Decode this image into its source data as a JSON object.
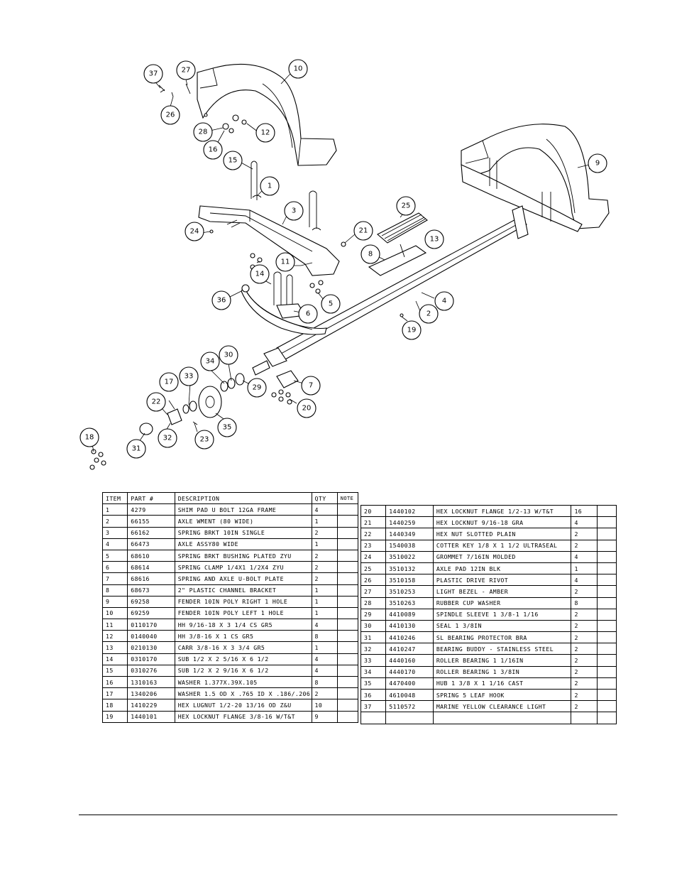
{
  "callouts": [
    "1",
    "2",
    "3",
    "4",
    "5",
    "6",
    "7",
    "8",
    "9",
    "10",
    "11",
    "12",
    "13",
    "14",
    "15",
    "16",
    "17",
    "18",
    "19",
    "20",
    "21",
    "22",
    "23",
    "24",
    "25",
    "26",
    "27",
    "28",
    "29",
    "30",
    "31",
    "32",
    "33",
    "34",
    "35",
    "36",
    "37"
  ],
  "bom": {
    "headers": {
      "item": "ITEM",
      "part": "PART #",
      "description": "DESCRIPTION",
      "qty": "QTY",
      "note": "NOTE"
    },
    "left_rows": [
      {
        "item": "1",
        "part": "4279",
        "description": "SHIM PAD   U BOLT 12GA FRAME",
        "qty": "4"
      },
      {
        "item": "2",
        "part": "66155",
        "description": "AXLE WMENT (80 WIDE)",
        "qty": "1"
      },
      {
        "item": "3",
        "part": "66162",
        "description": "SPRING BRKT  10IN SINGLE",
        "qty": "2"
      },
      {
        "item": "4",
        "part": "66473",
        "description": "AXLE ASSY80 WIDE",
        "qty": "1"
      },
      {
        "item": "5",
        "part": "68610",
        "description": "SPRING BRKT BUSHING PLATED ZYU",
        "qty": "2"
      },
      {
        "item": "6",
        "part": "68614",
        "description": "SPRING CLAMP    1/4X1 1/2X4  ZYU",
        "qty": "2"
      },
      {
        "item": "7",
        "part": "68616",
        "description": "SPRING AND AXLE U-BOLT PLATE",
        "qty": "2"
      },
      {
        "item": "8",
        "part": "68673",
        "description": "2\" PLASTIC CHANNEL BRACKET",
        "qty": "1"
      },
      {
        "item": "9",
        "part": "69258",
        "description": "FENDER  10IN POLY RIGHT 1 HOLE",
        "qty": "1"
      },
      {
        "item": "10",
        "part": "69259",
        "description": "FENDER  10IN POLY LEFT 1 HOLE",
        "qty": "1"
      },
      {
        "item": "11",
        "part": "0110170",
        "description": "HH 9/16-18 X 3 1/4 CS GR5",
        "qty": "4"
      },
      {
        "item": "12",
        "part": "0140040",
        "description": "HH 3/8-16 X 1 CS GR5",
        "qty": "8"
      },
      {
        "item": "13",
        "part": "0210130",
        "description": "CARR 3/8-16 X 3 3/4 GR5",
        "qty": "1"
      },
      {
        "item": "14",
        "part": "0310170",
        "description": "SUB 1/2 X 2 5/16 X 6 1/2",
        "qty": "4"
      },
      {
        "item": "15",
        "part": "0310276",
        "description": "SUB 1/2 X 2 9/16 X 6 1/2",
        "qty": "4"
      },
      {
        "item": "16",
        "part": "1310163",
        "description": "WASHER 1.377X.39X.105",
        "qty": "8"
      },
      {
        "item": "17",
        "part": "1340206",
        "description": "WASHER 1.5 OD X .765 ID X .186/.206",
        "qty": "2"
      },
      {
        "item": "18",
        "part": "1410229",
        "description": "HEX LUGNUT 1/2-20 13/16 OD Z&U",
        "qty": "10"
      },
      {
        "item": "19",
        "part": "1440101",
        "description": "HEX LOCKNUT FLANGE 3/8-16 W/T&T",
        "qty": "9"
      }
    ],
    "right_rows": [
      {
        "item": "20",
        "part": "1440102",
        "description": "HEX LOCKNUT FLANGE 1/2-13 W/T&T",
        "qty": "16"
      },
      {
        "item": "21",
        "part": "1440259",
        "description": "HEX LOCKNUT 9/16-18 GRA",
        "qty": "4"
      },
      {
        "item": "22",
        "part": "1440349",
        "description": "HEX NUT SLOTTED PLAIN",
        "qty": "2"
      },
      {
        "item": "23",
        "part": "1540038",
        "description": "COTTER KEY 1/8 X 1 1/2 ULTRASEAL",
        "qty": "2"
      },
      {
        "item": "24",
        "part": "3510022",
        "description": "GROMMET  7/16IN MOLDED",
        "qty": "4"
      },
      {
        "item": "25",
        "part": "3510132",
        "description": "AXLE PAD 12IN  BLK",
        "qty": "1"
      },
      {
        "item": "26",
        "part": "3510158",
        "description": "PLASTIC DRIVE RIVOT",
        "qty": "4"
      },
      {
        "item": "27",
        "part": "3510253",
        "description": "LIGHT BEZEL - AMBER",
        "qty": "2"
      },
      {
        "item": "28",
        "part": "3510263",
        "description": "RUBBER CUP WASHER",
        "qty": "8"
      },
      {
        "item": "29",
        "part": "4410089",
        "description": "SPINDLE SLEEVE  1 3/8-1 1/16",
        "qty": "2"
      },
      {
        "item": "30",
        "part": "4410130",
        "description": "SEAL  1 3/8IN",
        "qty": "2"
      },
      {
        "item": "31",
        "part": "4410246",
        "description": "SL BEARING PROTECTOR BRA",
        "qty": "2"
      },
      {
        "item": "32",
        "part": "4410247",
        "description": "BEARING BUDDY - STAINLESS STEEL",
        "qty": "2"
      },
      {
        "item": "33",
        "part": "4440160",
        "description": "ROLLER BEARING   1 1/16IN",
        "qty": "2"
      },
      {
        "item": "34",
        "part": "4440170",
        "description": "ROLLER BEARING   1 3/8IN",
        "qty": "2"
      },
      {
        "item": "35",
        "part": "4470400",
        "description": "HUB   1 3/8 X 1 1/16 CAST",
        "qty": "2"
      },
      {
        "item": "36",
        "part": "4610048",
        "description": "SPRING  5 LEAF HOOK",
        "qty": "2"
      },
      {
        "item": "37",
        "part": "5110572",
        "description": "MARINE YELLOW CLEARANCE LIGHT",
        "qty": "2"
      },
      {
        "item": "",
        "part": "",
        "description": "",
        "qty": ""
      }
    ]
  }
}
